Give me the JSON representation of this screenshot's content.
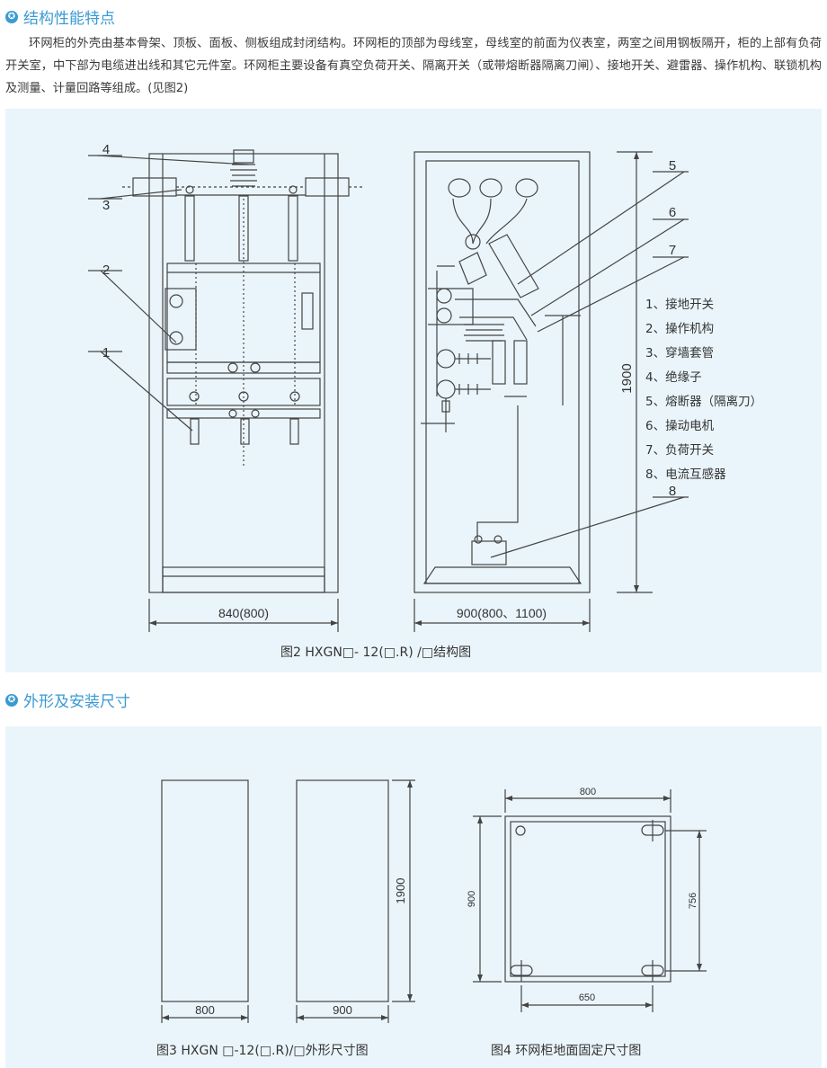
{
  "section1": {
    "title": "结构性能特点",
    "icon": "star-circle-icon"
  },
  "intro": "环网柜的外壳由基本骨架、顶板、面板、侧板组成封闭结构。环网柜的顶部为母线室，母线室的前面为仪表室，两室之间用钢板隔开，柜的上部有负荷开关室，中下部为电缆进出线和其它元件室。环网柜主要设备有真空负荷开关、隔离开关（或带熔断器隔离刀闸）、接地开关、避雷器、操作机构、联锁机构及测量、计量回路等组成。(见图2)",
  "fig2": {
    "caption": "图2 HXGN□- 12(□.R) /□结构图",
    "labels": [
      "1",
      "2",
      "3",
      "4",
      "5",
      "6",
      "7",
      "8"
    ],
    "dim_width_front": "840(800)",
    "dim_width_side": "900(800、1100)",
    "dim_height": "1900",
    "legend": [
      "1、接地开关",
      "2、操作机构",
      "3、穿墙套管",
      "4、绝缘子",
      "5、熔断器（隔离刀）",
      "6、操动电机",
      "7、负荷开关",
      "8、电流互感器"
    ]
  },
  "section2": {
    "title": "外形及安装尺寸",
    "icon": "star-circle-icon"
  },
  "fig3": {
    "caption": "图3 HXGN □-12(□.R)/□外形尺寸图",
    "dim_front_width": "800",
    "dim_side_width": "900",
    "dim_height": "1900"
  },
  "fig4": {
    "caption": "图4 环网柜地面固定尺寸图",
    "dim_top": "800",
    "dim_left": "900",
    "dim_right": "756",
    "dim_bottom": "650"
  },
  "colors": {
    "accent": "#3a9ad3",
    "panel": "#eaf5fb"
  }
}
